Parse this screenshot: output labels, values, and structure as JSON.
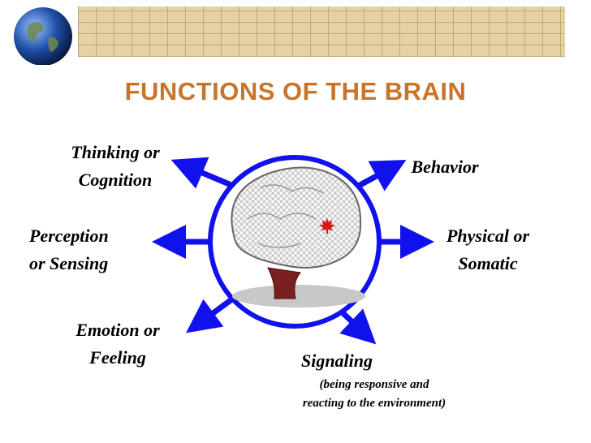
{
  "title": "FUNCTIONS OF THE BRAIN",
  "colors": {
    "title": "#c8742a",
    "arrows": "#1111ee",
    "map": "#e4d2a6",
    "globe": "#1e4fa8"
  },
  "icons": {
    "globe": "globe-icon",
    "brain": "brain-image",
    "leaf": "maple-leaf-icon"
  },
  "functions": {
    "thinking": {
      "line1": "Thinking or",
      "line2": "Cognition"
    },
    "behavior": {
      "line1": "Behavior"
    },
    "perception": {
      "line1": "Perception",
      "line2": "or Sensing"
    },
    "physical": {
      "line1": "Physical or",
      "line2": "Somatic"
    },
    "emotion": {
      "line1": "Emotion or",
      "line2": "Feeling"
    },
    "signaling": {
      "line1": "Signaling",
      "line2": "(being responsive and",
      "line3": "reacting to the environment)"
    }
  }
}
